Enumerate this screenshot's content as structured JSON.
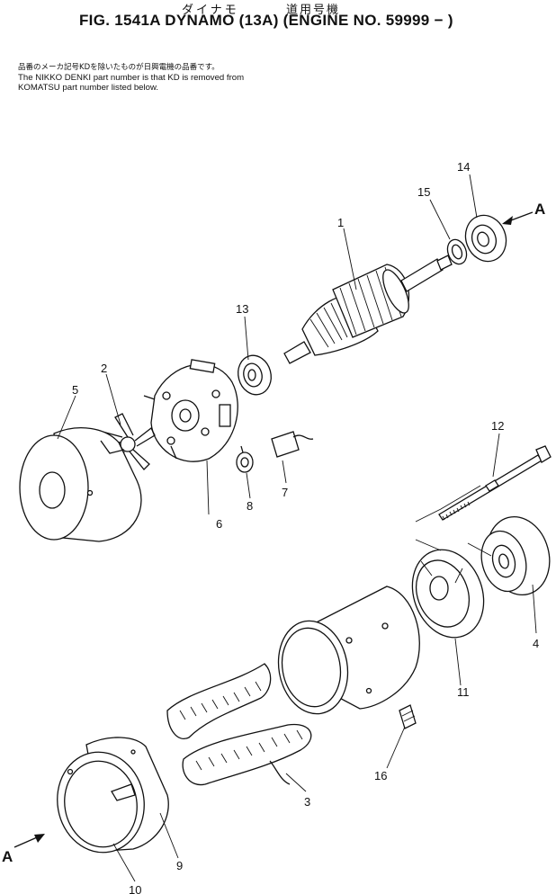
{
  "header": {
    "kana_line": "ダイナモ",
    "kanji_line": "道用号機",
    "title": "FIG. 1541A  DYNAMO (13A) (ENGINE NO. 59999 − )"
  },
  "note": {
    "jp": "品番のメーカ記号KDを除いたものが日興電機の品番です。",
    "en_line1": "The NIKKO DENKI part number is that KD is removed from",
    "en_line2": "KOMATSU part number listed below."
  },
  "callouts": {
    "c1": "1",
    "c2": "2",
    "c3": "3",
    "c4": "4",
    "c5": "5",
    "c6": "6",
    "c7": "7",
    "c8": "8",
    "c9": "9",
    "c10": "10",
    "c11": "11",
    "c12": "12",
    "c13": "13",
    "c14": "14",
    "c15": "15",
    "c16": "16"
  },
  "view_marks": {
    "top": "A",
    "bottom": "A"
  }
}
